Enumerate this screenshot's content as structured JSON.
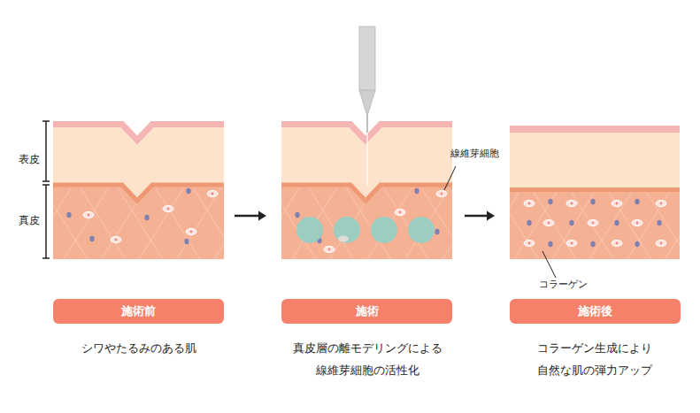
{
  "diagram": {
    "nodes": [
      {
        "text": [
          "施術前"
        ]
      },
      {
        "text": [
          "施術"
        ]
      },
      {
        "text": [
          "施術後"
        ]
      }
    ],
    "labels": [
      "表皮",
      "真皮",
      "線維芽細胞",
      "コラーゲン",
      "シワやたるみのある肌",
      "真皮層の離モデリングによる 線維芽細胞の活性化",
      "コラーゲン生成により 自然な肌の弾力アップ"
    ]
  }
}
